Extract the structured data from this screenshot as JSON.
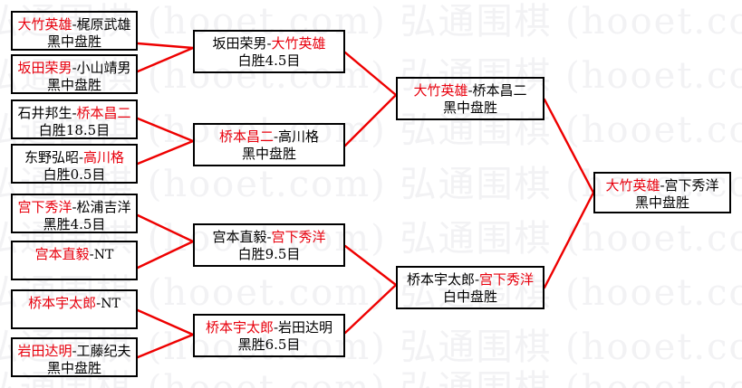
{
  "meta": {
    "title": "围棋比赛对阵表",
    "winner_color": "#e8000d",
    "line_color": "#ee0000",
    "box_border_color": "#000000",
    "background": "#ffffff",
    "watermark_text": "弘通围棋 (hooet.com) 弘通围棋 (hooet.com)"
  },
  "rounds": [
    {
      "name": "round-1",
      "matches": [
        {
          "id": "r1m1",
          "p1": "大竹英雄",
          "dash": "-",
          "p2": "梶原武雄",
          "winner": "p1",
          "result": "黑中盘胜"
        },
        {
          "id": "r1m2",
          "p1": "坂田荣男",
          "dash": "-",
          "p2": "小山靖男",
          "winner": "p1",
          "result": "黑中盘胜"
        },
        {
          "id": "r1m3",
          "p1": "石井邦生",
          "dash": "-",
          "p2": "桥本昌二",
          "winner": "p2",
          "result": "白胜18.5目"
        },
        {
          "id": "r1m4",
          "p1": "东野弘昭",
          "dash": "-",
          "p2": "高川格",
          "winner": "p2",
          "result": "白胜0.5目"
        },
        {
          "id": "r1m5",
          "p1": "宫下秀洋",
          "dash": "-",
          "p2": "松浦吉洋",
          "winner": "p1",
          "result": "黑胜4.5目"
        },
        {
          "id": "r1m6",
          "p1": "宫本直毅",
          "dash": "-",
          "p2": "NT",
          "winner": "p1",
          "result": ""
        },
        {
          "id": "r1m7",
          "p1": "桥本宇太郎",
          "dash": "-",
          "p2": "NT",
          "winner": "p1",
          "result": ""
        },
        {
          "id": "r1m8",
          "p1": "岩田达明",
          "dash": "-",
          "p2": "工藤纪夫",
          "winner": "p1",
          "result": "黑中盘胜"
        }
      ]
    },
    {
      "name": "round-2",
      "matches": [
        {
          "id": "r2m1",
          "p1": "坂田荣男",
          "dash": "-",
          "p2": "大竹英雄",
          "winner": "p2",
          "result": "白胜4.5目"
        },
        {
          "id": "r2m2",
          "p1": "桥本昌二",
          "dash": "-",
          "p2": "高川格",
          "winner": "p1",
          "result": "黑中盘胜"
        },
        {
          "id": "r2m3",
          "p1": "宫本直毅",
          "dash": "-",
          "p2": "宫下秀洋",
          "winner": "p2",
          "result": "白胜9.5目"
        },
        {
          "id": "r2m4",
          "p1": "桥本宇太郎",
          "dash": "-",
          "p2": "岩田达明",
          "winner": "p1",
          "result": "黑胜6.5目"
        }
      ]
    },
    {
      "name": "semifinal",
      "matches": [
        {
          "id": "r3m1",
          "p1": "大竹英雄",
          "dash": "-",
          "p2": "桥本昌二",
          "winner": "p1",
          "result": "黑中盘胜"
        },
        {
          "id": "r3m2",
          "p1": "桥本宇太郎",
          "dash": "-",
          "p2": "宫下秀洋",
          "winner": "p2",
          "result": "白中盘胜"
        }
      ]
    },
    {
      "name": "final",
      "matches": [
        {
          "id": "r4m1",
          "p1": "大竹英雄",
          "dash": "-",
          "p2": "宫下秀洋",
          "winner": "p1",
          "result": "黑中盘胜"
        }
      ]
    }
  ]
}
